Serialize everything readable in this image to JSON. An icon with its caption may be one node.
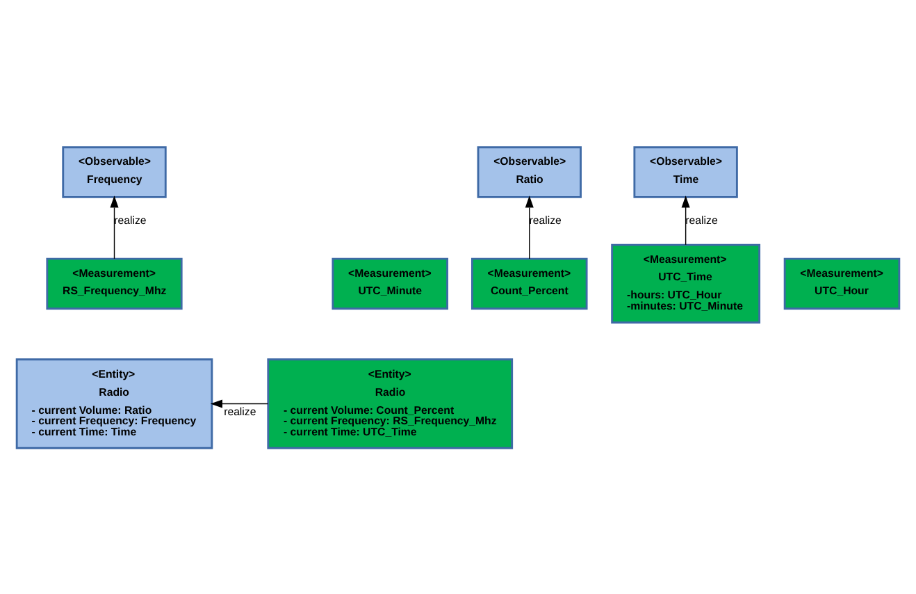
{
  "diagram": {
    "nodes": [
      {
        "text": [
          "<Observable>",
          "Frequency"
        ]
      },
      {
        "text": [
          "<Observable>",
          "Ratio"
        ]
      },
      {
        "text": [
          "<Observable>",
          "Time"
        ]
      },
      {
        "text": [
          "<Measurement>",
          "RS_Frequency_Mhz"
        ]
      },
      {
        "text": [
          "<Measurement>",
          "Count_Percent"
        ]
      },
      {
        "text": [
          "<Measurement>",
          "UTC_Time",
          "-hours: UTC_Hour",
          "-minutes: UTC_Minute"
        ]
      },
      {
        "text": [
          "<Measurement>",
          "UTC_Minute"
        ]
      },
      {
        "text": [
          "<Measurement>",
          "UTC_Hour"
        ]
      },
      {
        "text": [
          "<Entity>",
          "Radio",
          "- current Volume: Ratio",
          "- current Frequency: Frequency",
          "- current Time: Time"
        ]
      },
      {
        "text": [
          "<Entity>",
          "Radio",
          "- current Volume: Count_Percent",
          "- current Frequency: RS_Frequency_Mhz",
          "- current Time: UTC_Time"
        ]
      }
    ],
    "edges": [
      {
        "from": 3,
        "to": 0,
        "arrow": "to",
        "label": "realize"
      },
      {
        "from": 4,
        "to": 1,
        "arrow": "to",
        "label": "realize"
      },
      {
        "from": 5,
        "to": 2,
        "arrow": "to",
        "label": "realize"
      },
      {
        "from": 9,
        "to": 8,
        "arrow": "to",
        "label": "realize"
      }
    ]
  }
}
